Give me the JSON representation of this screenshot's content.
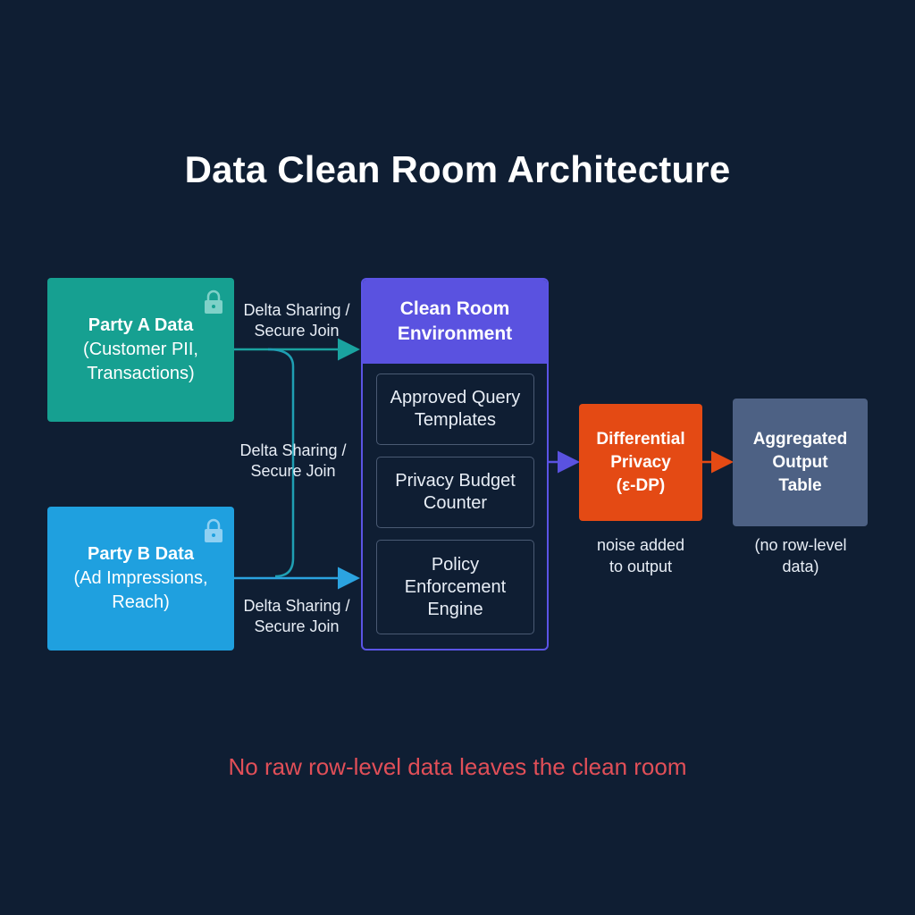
{
  "title": "Data Clean Room Architecture",
  "party_a": {
    "name": "Party A Data",
    "desc_line1": "(Customer PII,",
    "desc_line2": "Transactions)"
  },
  "party_b": {
    "name": "Party B Data",
    "desc_line1": "(Ad Impressions,",
    "desc_line2": "Reach)"
  },
  "edges": {
    "top": {
      "line1": "Delta Sharing /",
      "line2": "Secure Join"
    },
    "middle": {
      "line1": "Delta Sharing /",
      "line2": "Secure Join"
    },
    "bottom": {
      "line1": "Delta Sharing /",
      "line2": "Secure Join"
    }
  },
  "clean_room": {
    "header_line1": "Clean Room",
    "header_line2": "Environment",
    "items": [
      {
        "line1": "Approved Query",
        "line2": "Templates",
        "line3": ""
      },
      {
        "line1": "Privacy Budget",
        "line2": "Counter",
        "line3": ""
      },
      {
        "line1": "Policy",
        "line2": "Enforcement",
        "line3": "Engine"
      }
    ]
  },
  "dp": {
    "line1": "Differential",
    "line2": "Privacy",
    "line3": "(ε-DP)",
    "note_line1": "noise added",
    "note_line2": "to output"
  },
  "output": {
    "line1": "Aggregated",
    "line2": "Output",
    "line3": "Table",
    "note_line1": "(no row-level",
    "note_line2": "data)"
  },
  "footer": "No raw row-level data leaves the clean room",
  "colors": {
    "background": "#0f1e33",
    "party_a": "#16a091",
    "party_b": "#1fa0df",
    "clean_room": "#5a52e0",
    "dp": "#e44a14",
    "output": "#4d6184",
    "footer": "#e14f58"
  },
  "icons": {
    "party_a_lock": "lock-icon",
    "party_b_lock": "lock-icon"
  }
}
